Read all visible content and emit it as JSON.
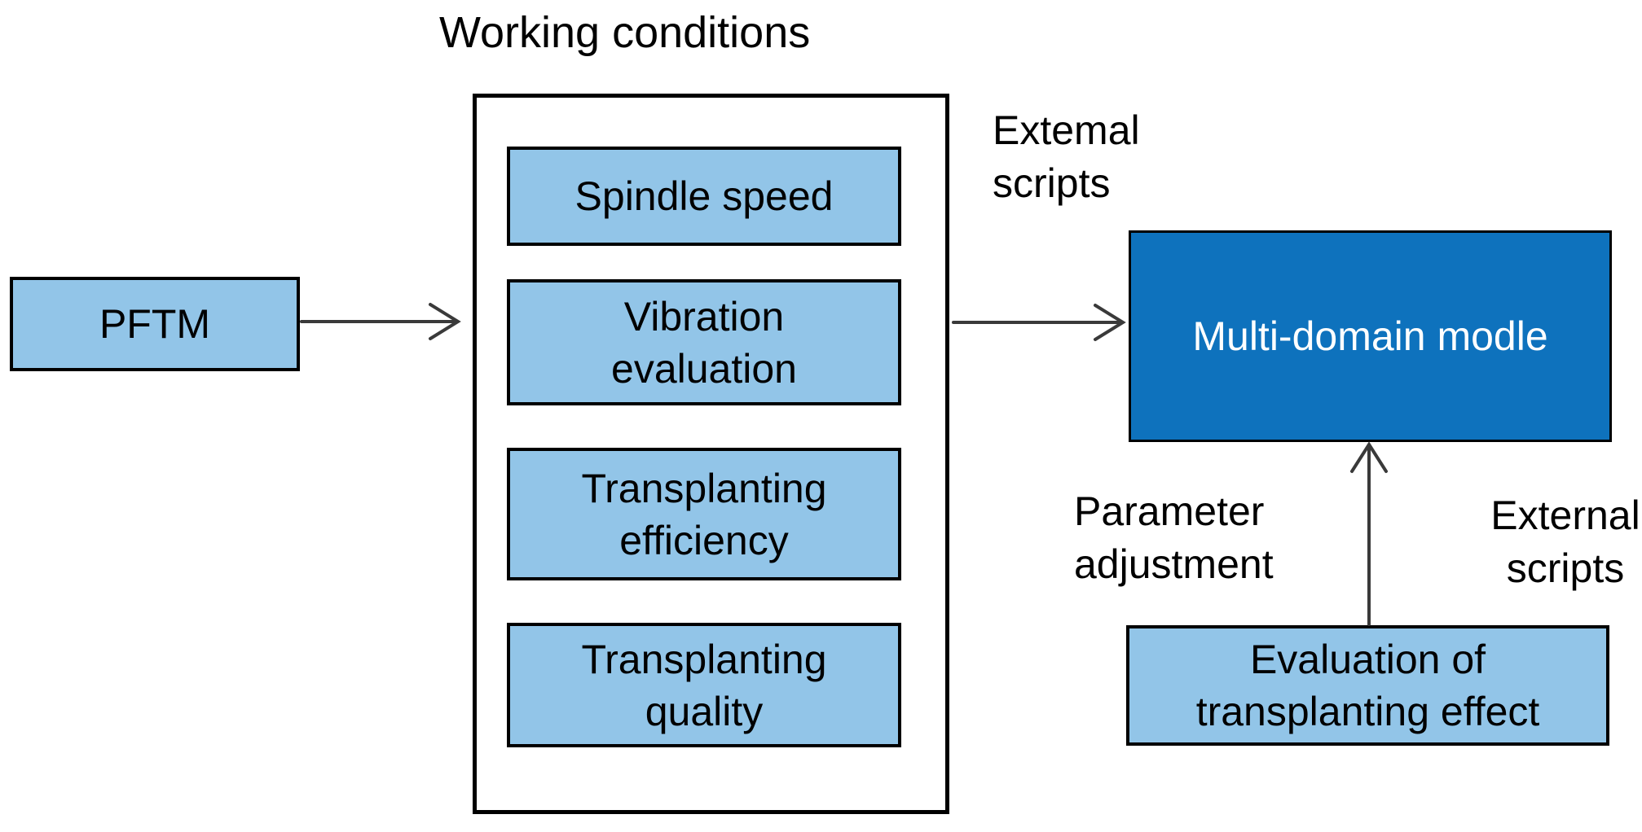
{
  "title": "Working conditions",
  "colors": {
    "light_blue": "#92C5E8",
    "dark_blue": "#0E72BD",
    "arrow": "#3a3a3a"
  },
  "nodes": {
    "pftm": {
      "label": "PFTM"
    },
    "spindle_speed": {
      "label": "Spindle speed"
    },
    "vibration_evaluation": {
      "label": "Vibration\nevaluation"
    },
    "transplanting_efficiency": {
      "label": "Transplanting\nefficiency"
    },
    "transplanting_quality": {
      "label": "Transplanting\nquality"
    },
    "multi_domain_model": {
      "label": "Multi-domain modle"
    },
    "evaluation_effect": {
      "label": "Evaluation of\ntransplanting effect"
    }
  },
  "annotations": {
    "external_scripts_top": "Extemal\nscripts",
    "parameter_adjustment": "Parameter\nadjustment",
    "external_scripts_right": "External\nscripts"
  }
}
